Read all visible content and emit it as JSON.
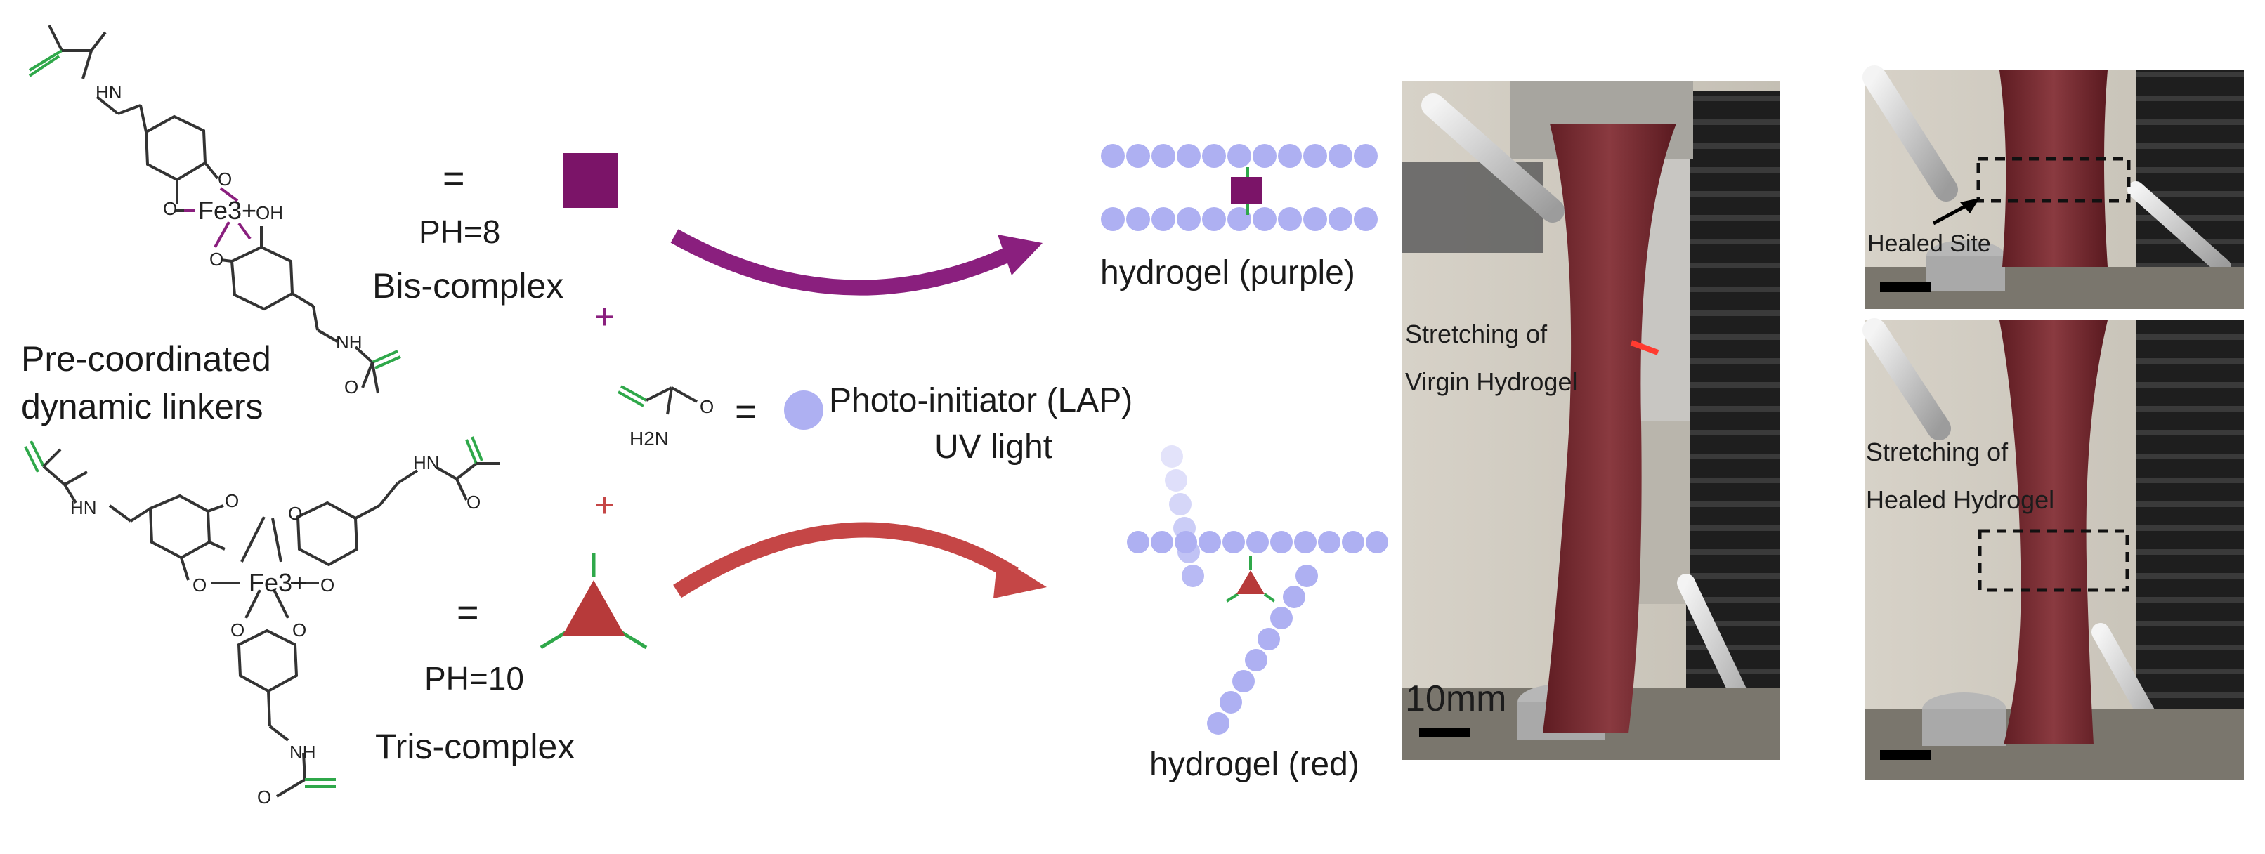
{
  "molecules": {
    "bis_label_line1": "Pre-coordinated",
    "bis_label_line2": "dynamic linkers",
    "fe_label": "Fe3+",
    "o_label": "O",
    "oh_label": "OH",
    "hn_label": "HN",
    "nh_label": "NH",
    "h2n_label": "H2N"
  },
  "bis_complex": {
    "equals": "=",
    "ph": "PH=8",
    "name": "Bis-complex",
    "color": "#7b1468"
  },
  "tris_complex": {
    "equals": "=",
    "ph": "PH=10",
    "name": "Tris-complex",
    "color": "#b73a3a"
  },
  "monomer": {
    "equals": "=",
    "photo_line1": "Photo-initiator (LAP)",
    "photo_line2": "UV light",
    "plus": "+",
    "bead_color": "#aeb0f2"
  },
  "products": {
    "purple_label": "hydrogel (purple)",
    "red_label": "hydrogel (red)",
    "purple_arrow_color": "#8a1f7e",
    "red_arrow_color": "#c54646"
  },
  "photos": {
    "virgin_label_line1": "Stretching of",
    "virgin_label_line2": "Virgin Hydrogel",
    "scale_label": "10mm",
    "healed_site_label": "Healed Site",
    "healed_label_line1": "Stretching of",
    "healed_label_line2": "Healed Hydrogel",
    "gel_color": "#7a2a30",
    "accent_green": "#2fa84a"
  }
}
